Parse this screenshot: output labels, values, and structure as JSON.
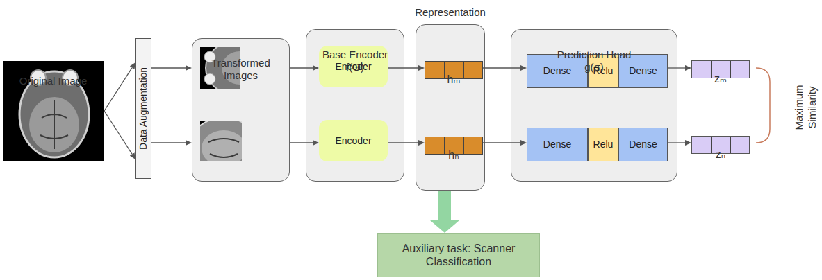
{
  "diagram": {
    "nodes": [
      {
        "text": [
          "Original Image"
        ]
      },
      {
        "text": [
          "Data Augmentation"
        ]
      },
      {
        "text": [
          "Transformed Images"
        ]
      },
      {
        "text": [
          "Base Encoder f(Θ)"
        ]
      },
      {
        "text": [
          "Encoder"
        ],
        "in": 3
      },
      {
        "text": [
          "Encoder"
        ],
        "in": 3
      },
      {
        "text": [
          "Representation"
        ]
      },
      {
        "text": [
          "hₘ"
        ],
        "in": 6
      },
      {
        "text": [
          "hₙ"
        ],
        "in": 6
      },
      {
        "text": [
          "Prediction Head g(σ)"
        ]
      },
      {
        "text": [
          "Dense"
        ],
        "in": 9
      },
      {
        "text": [
          "Relu"
        ],
        "in": 9
      },
      {
        "text": [
          "Dense"
        ],
        "in": 9
      },
      {
        "text": [
          "Dense"
        ],
        "in": 9
      },
      {
        "text": [
          "Relu"
        ],
        "in": 9
      },
      {
        "text": [
          "Dense"
        ],
        "in": 9
      },
      {
        "text": [
          "zₘ"
        ]
      },
      {
        "text": [
          "zₙ"
        ]
      },
      {
        "text": [
          "Auxiliary task: Scanner Classification"
        ]
      }
    ],
    "edges": [
      {
        "from": 0,
        "to": 1,
        "arrow": "to"
      },
      {
        "from": 0,
        "to": 1,
        "arrow": "to"
      },
      {
        "from": 1,
        "to": 2,
        "arrow": "to"
      },
      {
        "from": 1,
        "to": 2,
        "arrow": "to"
      },
      {
        "from": 2,
        "to": 4,
        "arrow": "to"
      },
      {
        "from": 2,
        "to": 5,
        "arrow": "to"
      },
      {
        "from": 4,
        "to": 7,
        "arrow": "to"
      },
      {
        "from": 5,
        "to": 8,
        "arrow": "to"
      },
      {
        "from": 7,
        "to": 10,
        "arrow": "to"
      },
      {
        "from": 8,
        "to": 13,
        "arrow": "to"
      },
      {
        "from": 12,
        "to": 16,
        "arrow": "to"
      },
      {
        "from": 15,
        "to": 17,
        "arrow": "to"
      },
      {
        "from": 6,
        "to": 18,
        "arrow": "to"
      }
    ],
    "labels": [
      "Maximum Similarity"
    ]
  }
}
